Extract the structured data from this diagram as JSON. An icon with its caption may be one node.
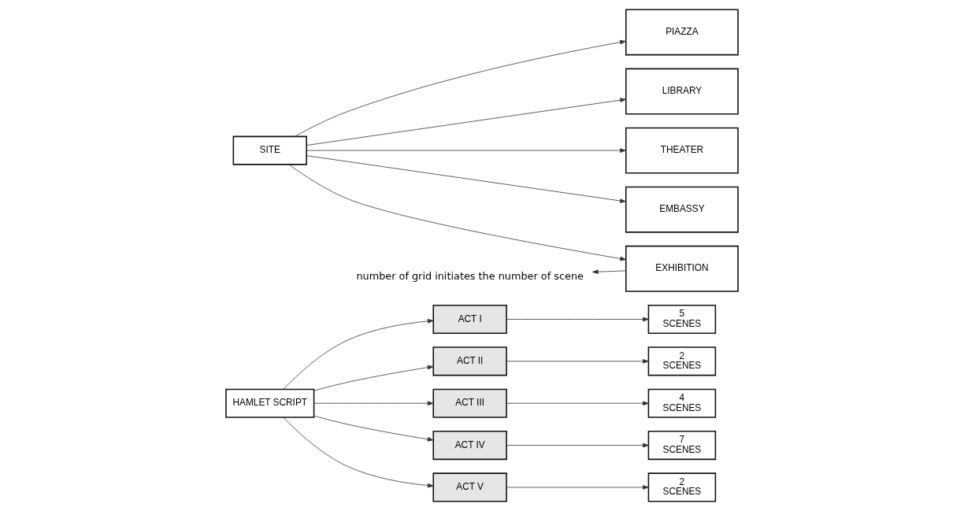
{
  "diagram": {
    "nodes": [
      {
        "text": [
          "HAMLET SCRIPT"
        ]
      },
      {
        "text": [
          "ACT I"
        ]
      },
      {
        "text": [
          "ACT II"
        ]
      },
      {
        "text": [
          "ACT III"
        ]
      },
      {
        "text": [
          "ACT IV"
        ]
      },
      {
        "text": [
          "ACT V"
        ]
      },
      {
        "text": [
          "5",
          "SCENES"
        ]
      },
      {
        "text": [
          "2",
          "SCENES"
        ]
      },
      {
        "text": [
          "4",
          "SCENES"
        ]
      },
      {
        "text": [
          "7",
          "SCENES"
        ]
      },
      {
        "text": [
          "2",
          "SCENES"
        ]
      },
      {
        "text": [
          "SITE"
        ]
      },
      {
        "text": [
          "PIAZZA"
        ]
      },
      {
        "text": [
          "LIBRARY"
        ]
      },
      {
        "text": [
          "THEATER"
        ]
      },
      {
        "text": [
          "EMBASSY"
        ]
      },
      {
        "text": [
          "EXHIBITION"
        ]
      },
      {
        "text": [
          "number of grid initiates the number of scene"
        ]
      }
    ],
    "edges": [
      {
        "from": 0,
        "to": 1,
        "arrow": "to"
      },
      {
        "from": 0,
        "to": 2,
        "arrow": "to"
      },
      {
        "from": 0,
        "to": 3,
        "arrow": "to"
      },
      {
        "from": 0,
        "to": 4,
        "arrow": "to"
      },
      {
        "from": 0,
        "to": 5,
        "arrow": "to"
      },
      {
        "from": 1,
        "to": 6,
        "arrow": "to"
      },
      {
        "from": 2,
        "to": 7,
        "arrow": "to"
      },
      {
        "from": 3,
        "to": 8,
        "arrow": "to"
      },
      {
        "from": 4,
        "to": 9,
        "arrow": "to"
      },
      {
        "from": 5,
        "to": 10,
        "arrow": "to"
      },
      {
        "from": 11,
        "to": 12,
        "arrow": "to"
      },
      {
        "from": 11,
        "to": 13,
        "arrow": "to"
      },
      {
        "from": 11,
        "to": 14,
        "arrow": "to"
      },
      {
        "from": 11,
        "to": 15,
        "arrow": "to"
      },
      {
        "from": 11,
        "to": 16,
        "arrow": "to"
      },
      {
        "from": 16,
        "to": 17,
        "arrow": "to"
      }
    ]
  }
}
